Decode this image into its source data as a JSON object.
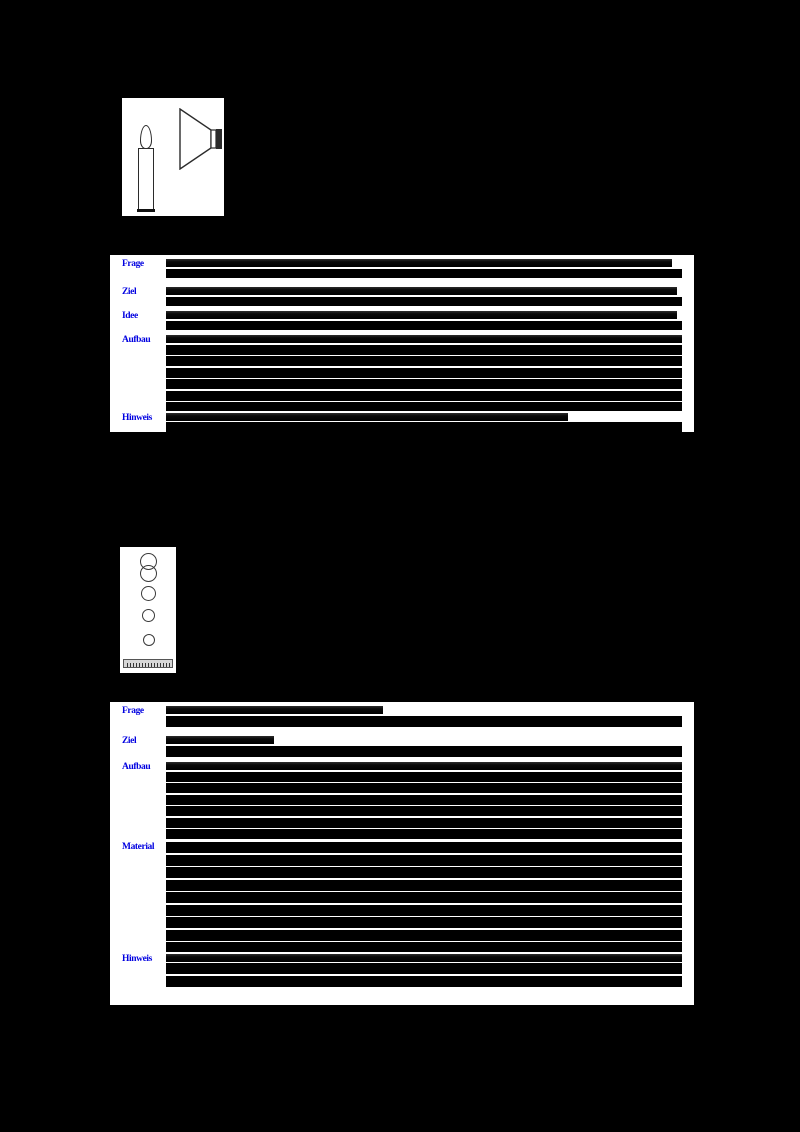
{
  "document": {
    "background_color": "#000000",
    "page_color": "#ffffff",
    "label_color": "#0000e0",
    "redaction_color": "#000000",
    "note": "Scanned worksheet page; body text is blacked out / redacted, only blue row labels and two line-art figures remain visible."
  },
  "figures": [
    {
      "name": "candle-and-loudspeaker",
      "caption": "",
      "elements": [
        "candle",
        "flame",
        "loudspeaker-cone"
      ]
    },
    {
      "name": "rising-bubbles-over-ruler",
      "caption": "",
      "elements": [
        "bubble-1",
        "bubble-2",
        "bubble-3",
        "bubble-4",
        "bubble-5",
        "ruler"
      ]
    }
  ],
  "tables": [
    {
      "name": "table-one",
      "rows": [
        {
          "label": "Frage",
          "lines": 2
        },
        {
          "label": "Ziel",
          "lines": 2
        },
        {
          "label": "Idee",
          "lines": 2
        },
        {
          "label": "Aufbau",
          "lines": 7
        },
        {
          "label": "Hinweis",
          "lines": 3
        }
      ]
    },
    {
      "name": "table-two",
      "rows": [
        {
          "label": "Frage",
          "lines": 3
        },
        {
          "label": "Ziel",
          "lines": 3
        },
        {
          "label": "Aufbau",
          "lines": 8
        },
        {
          "label": "Material",
          "lines": 11
        },
        {
          "label": "Hinweis",
          "lines": 4
        }
      ]
    }
  ]
}
